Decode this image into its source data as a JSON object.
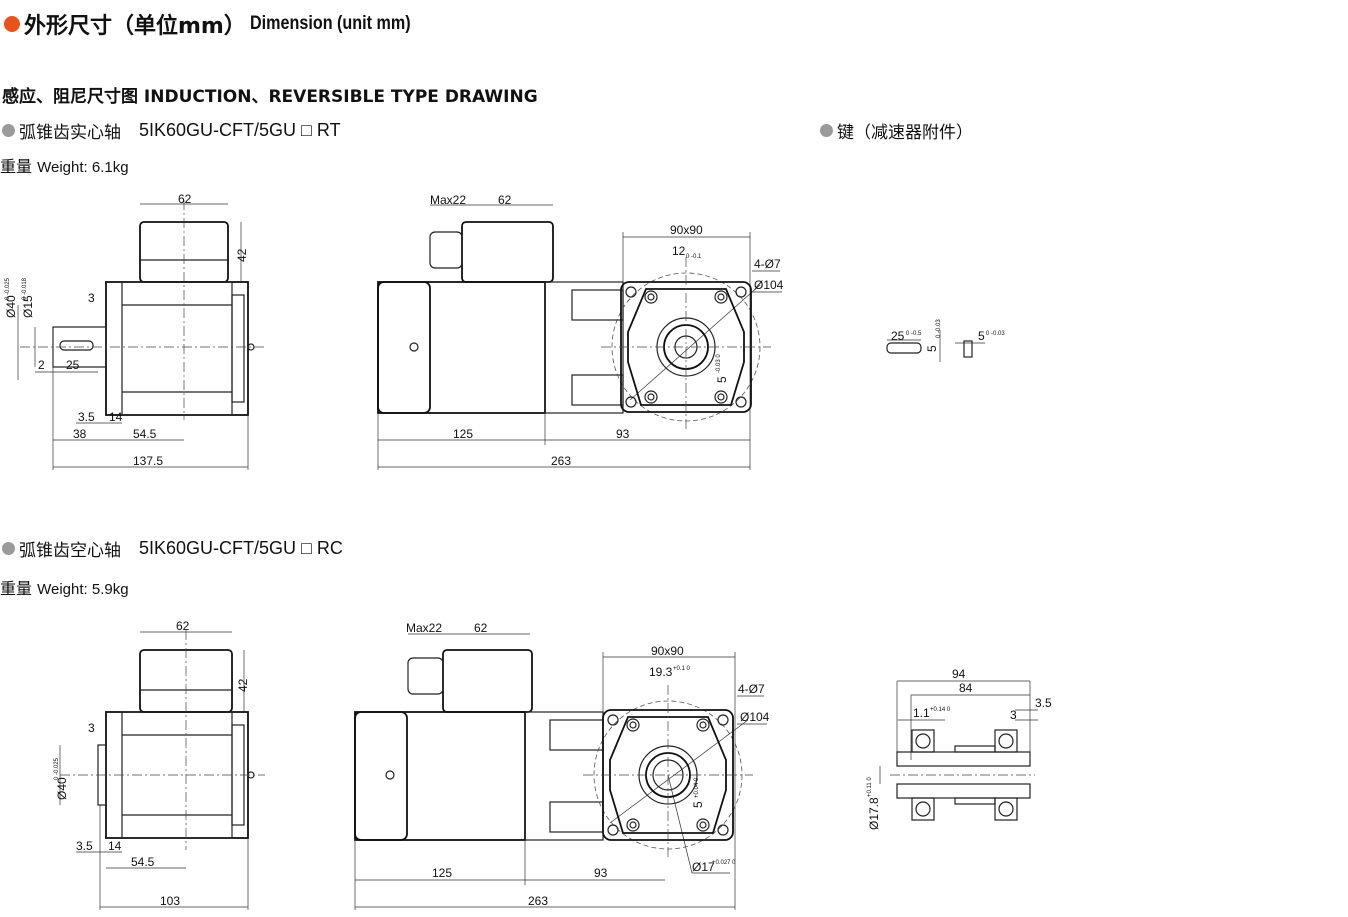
{
  "header": {
    "title_cn": "外形尺寸（单位mm）",
    "title_en": "Dimension (unit mm)",
    "accent": "#e8531d"
  },
  "section": {
    "title": "感应、阻尼尺寸图 INDUCTION、REVERSIBLE TYPE DRAWING"
  },
  "solid": {
    "label": "弧锥齿实心轴",
    "model": "5IK60GU-CFT/5GU □ RT",
    "weight_cn": "重量",
    "weight_en": "Weight: 6.1kg",
    "side": {
      "d62": "62",
      "d42": "42",
      "d40": "Ø40",
      "d40tol": "0 -0.025",
      "d15": "Ø15",
      "d15tol": "0 -0.018",
      "d3": "3",
      "d2": "2",
      "d25": "25",
      "d35": "3.5",
      "d14": "14",
      "d38": "38",
      "d545": "54.5",
      "d1375": "137.5"
    },
    "top": {
      "max22": "Max22",
      "d62": "62",
      "d125": "125",
      "d93": "93",
      "d263": "263",
      "sq": "90x90",
      "d12": "12",
      "d12tol": "0 -0.1",
      "holes": "4-Ø7",
      "d104": "Ø104",
      "d5": "5",
      "d5tol": "-0.03 0"
    }
  },
  "key": {
    "label": "键（减速器附件）",
    "d25": "25",
    "d25tol": "0 -0.5",
    "d5a": "5",
    "d5atol": "0 -0.03",
    "d5b": "5",
    "d5btol": "0 -0.03"
  },
  "hollow": {
    "label": "弧锥齿空心轴",
    "model": "5IK60GU-CFT/5GU □ RC",
    "weight_cn": "重量",
    "weight_en": "Weight: 5.9kg",
    "side": {
      "d62": "62",
      "d42": "42",
      "d3": "3",
      "d40": "Ø40",
      "d40tol": "0 -0.025",
      "d35": "3.5",
      "d14": "14",
      "d545": "54.5",
      "d103": "103"
    },
    "top": {
      "max22": "Max22",
      "d62": "62",
      "d125": "125",
      "d93": "93",
      "d263": "263",
      "sq": "90x90",
      "d193": "19.3",
      "d193tol": "+0.1 0",
      "holes": "4-Ø7",
      "d104": "Ø104",
      "d5": "5",
      "d5tol": "+0.04 0",
      "d17": "Ø17",
      "d17tol": "+0.027 0"
    },
    "section": {
      "d94": "94",
      "d84": "84",
      "d11": "1.1",
      "d11tol": "+0.14 0",
      "d3": "3",
      "d35": "3.5",
      "d178": "Ø17.8",
      "d178tol": "+0.11 0"
    }
  }
}
